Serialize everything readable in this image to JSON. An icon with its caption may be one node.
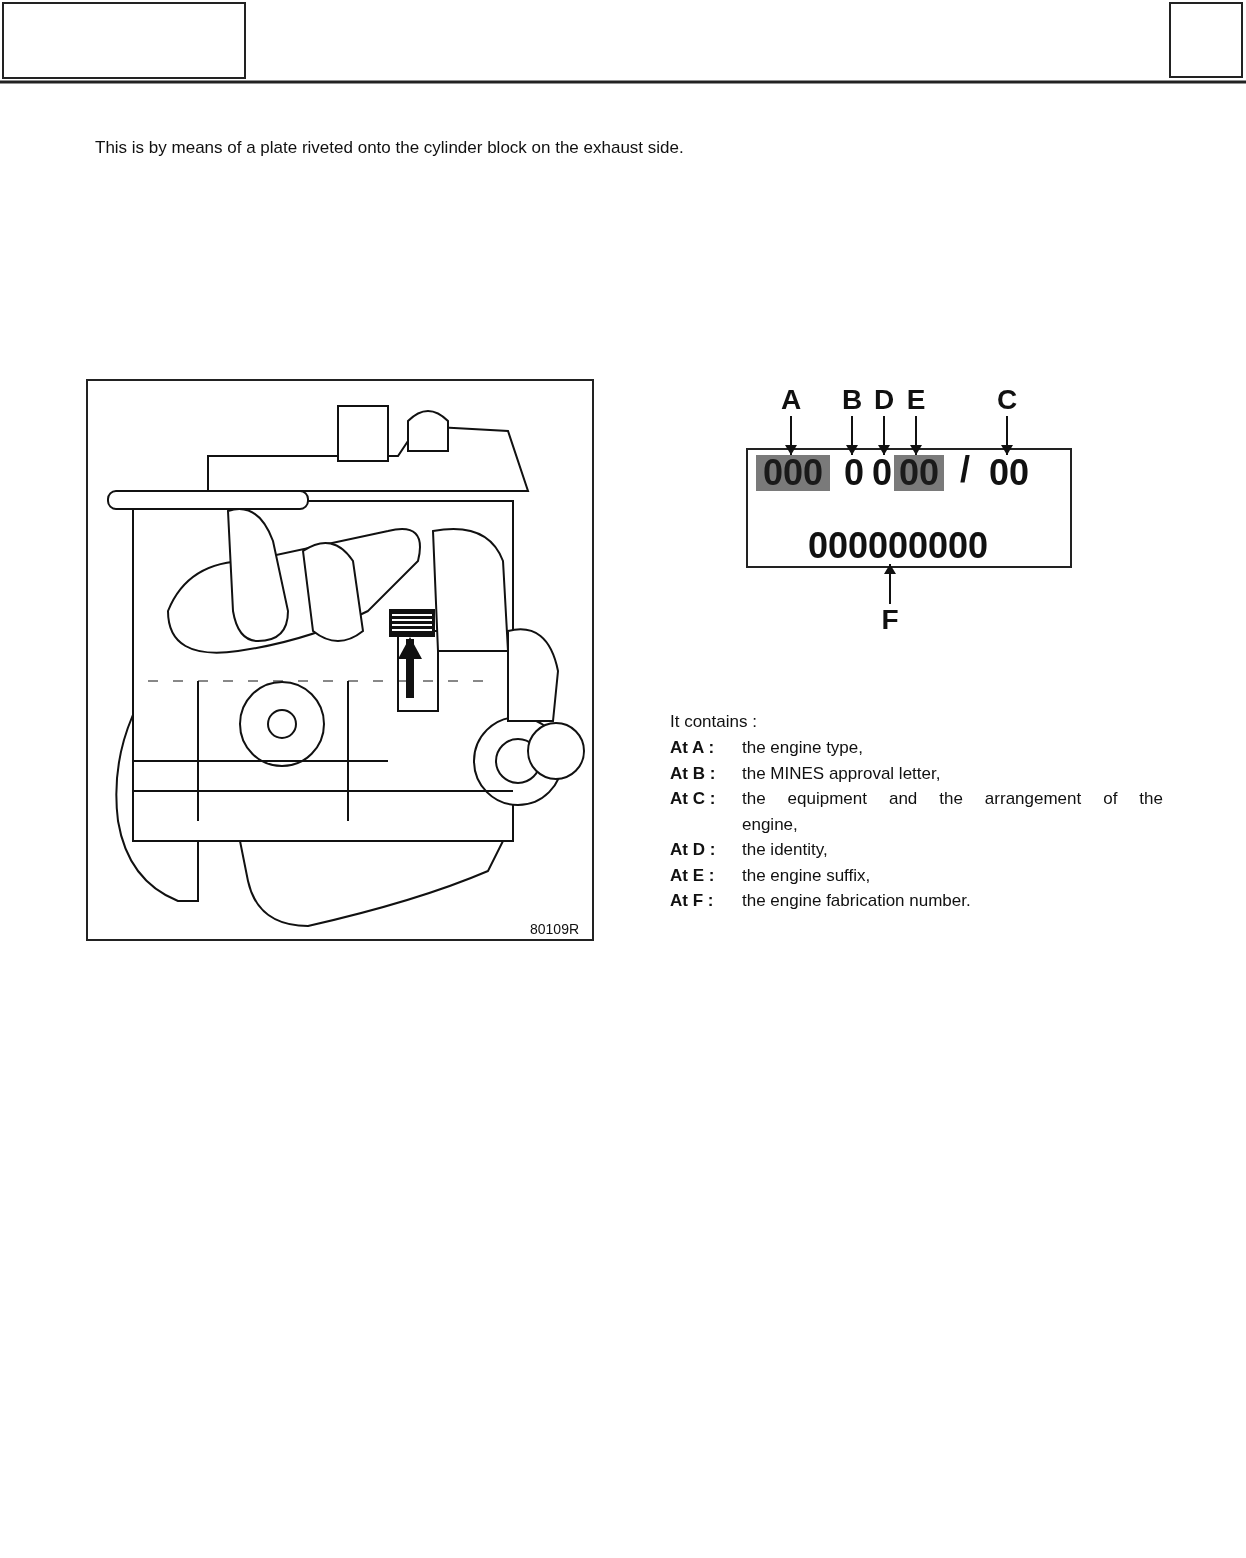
{
  "diagram": {
    "nodes": [
      {
        "text": [],
        "shape": "box"
      },
      {
        "text": [
          "000"
        ],
        "in": 0
      },
      {
        "text": [
          "0"
        ],
        "in": 0
      },
      {
        "text": [
          "0"
        ],
        "in": 0
      },
      {
        "text": [
          "00"
        ],
        "in": 0
      },
      {
        "text": [
          "00"
        ],
        "in": 0
      },
      {
        "text": [
          "000000000"
        ],
        "in": 0
      },
      {
        "text": [
          "A"
        ]
      },
      {
        "text": [
          "B"
        ]
      },
      {
        "text": [
          "D"
        ]
      },
      {
        "text": [
          "E"
        ]
      },
      {
        "text": [
          "C"
        ]
      },
      {
        "text": [
          "F"
        ]
      },
      {
        "text": [],
        "shape": "picture"
      },
      {
        "text": [],
        "shape": "box",
        "in": 13
      }
    ],
    "edges": [
      {
        "from": 7,
        "to": 1,
        "arrow": "to"
      },
      {
        "from": 8,
        "to": 2,
        "arrow": "to"
      },
      {
        "from": 9,
        "to": 3,
        "arrow": "to"
      },
      {
        "from": 10,
        "to": 4,
        "arrow": "to"
      },
      {
        "from": 11,
        "to": 5,
        "arrow": "to"
      },
      {
        "from": 12,
        "to": 6,
        "arrow": "to"
      },
      {
        "from": null,
        "to": 14,
        "arrow": "to",
        "style": "thick"
      }
    ],
    "labels": [
      "This is by means of a plate riveted onto the cylinder block on the exhaust side.",
      "/",
      "80109R",
      "It contains :",
      "At A :",
      "the engine type,",
      "At B :",
      "the MINES approval letter,",
      "At C :",
      "the equipment and the arrangement of the engine,",
      "At D :",
      "the identity,",
      "At E :",
      "the engine suffix,",
      "At F :",
      "the engine fabrication number."
    ]
  }
}
